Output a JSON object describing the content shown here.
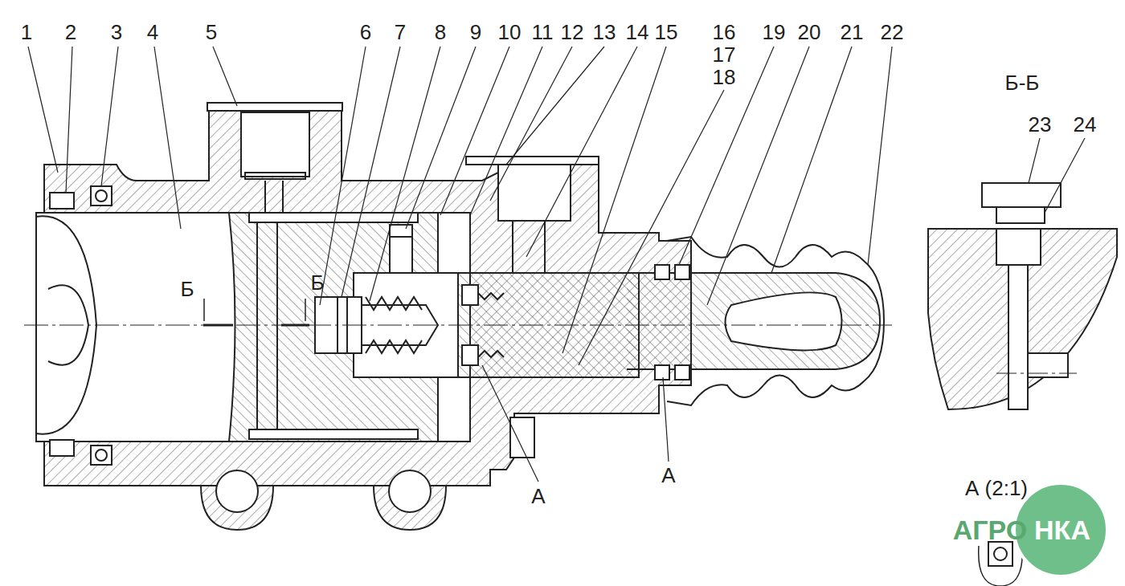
{
  "diagram": {
    "labels": [
      "1",
      "2",
      "3",
      "4",
      "5",
      "6",
      "7",
      "8",
      "9",
      "10",
      "11",
      "12",
      "13",
      "14",
      "15",
      "16",
      "17",
      "18",
      "19",
      "20",
      "21",
      "22",
      "Б-Б",
      "23",
      "24",
      "Б",
      "Б",
      "А",
      "А",
      "А (2:1)",
      "АГРО",
      "НКА"
    ]
  }
}
